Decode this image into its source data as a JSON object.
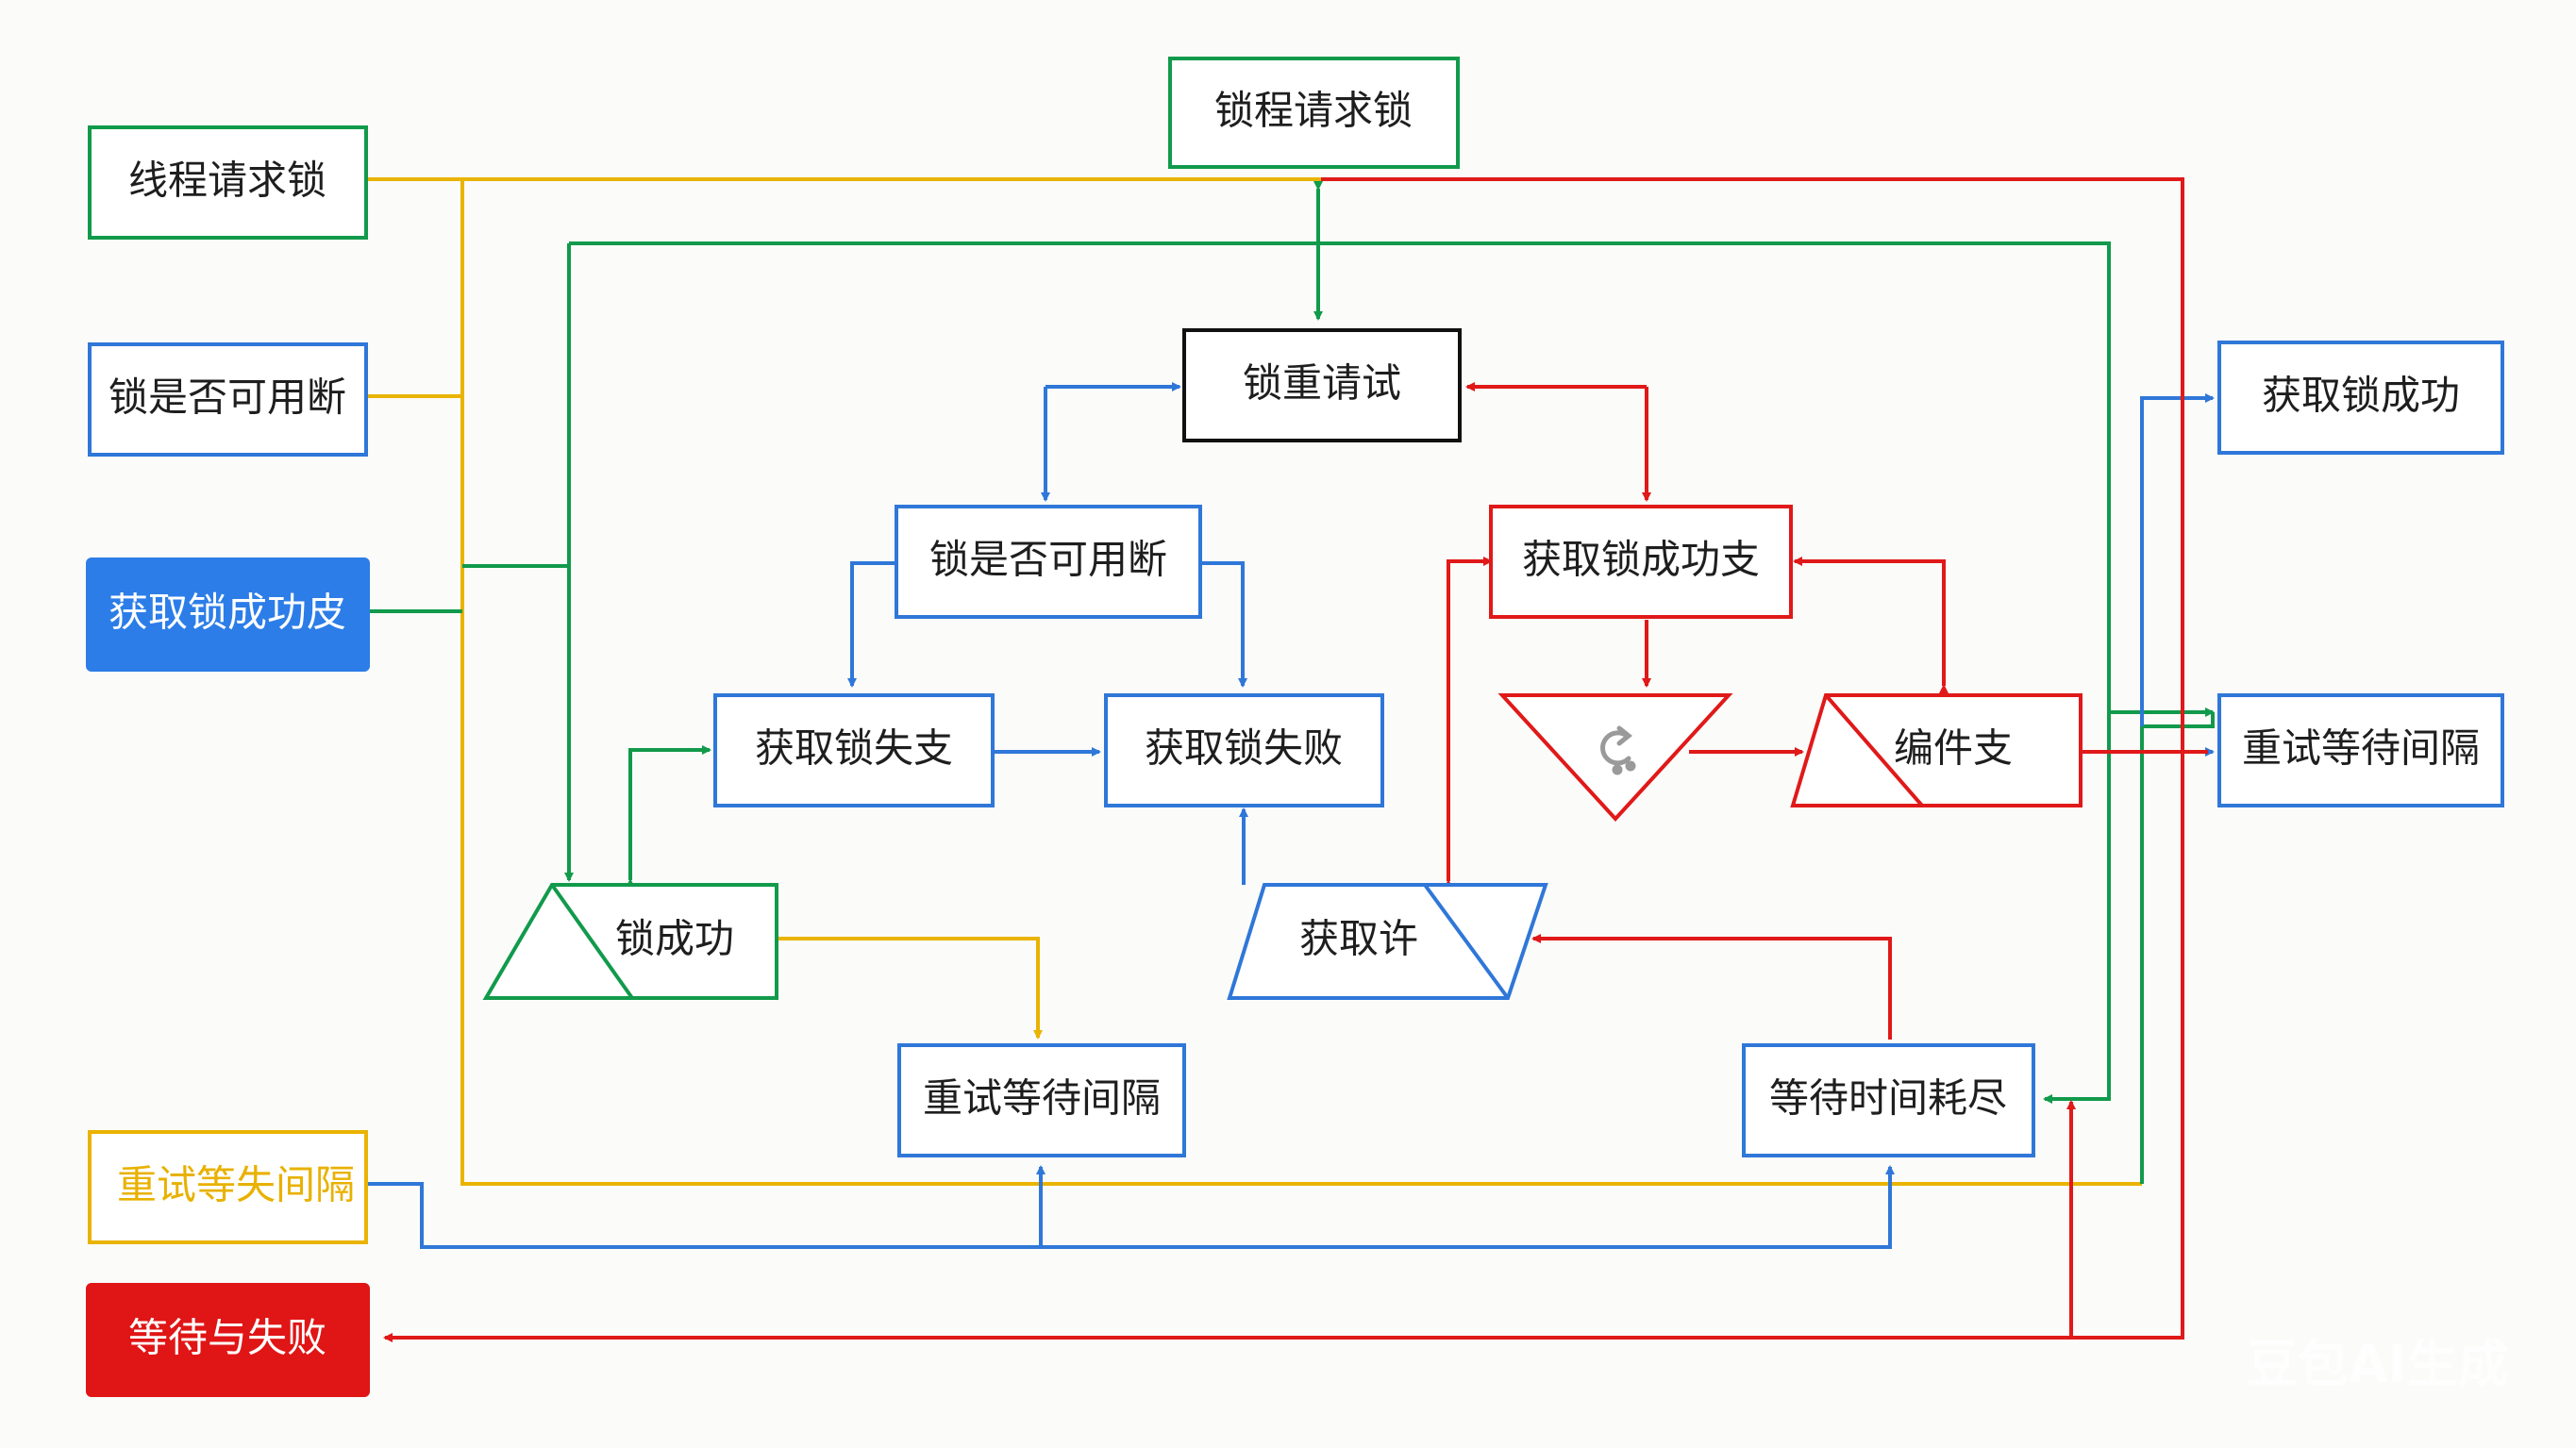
{
  "colors": {
    "green": "#119a4b",
    "blue": "#2f77d8",
    "red": "#e01919",
    "yellow": "#e9b300",
    "black": "#111111",
    "blue_fill": "#2c7de8",
    "red_fill": "#e01515"
  },
  "nodes": {
    "lock_request_top": "锁程请求锁",
    "thread_request": "线程请求锁",
    "lock_interruptible_left": "锁是否可用断",
    "acquire_success_skin": "获取锁成功皮",
    "retry_wait_fail": "重试等失间隔",
    "wait_and_fail": "等待与失败",
    "lock_retry": "锁重请试",
    "lock_available_center": "锁是否可用断",
    "acquire_success_branch": "获取锁成功支",
    "acquire_fail_branch": "获取锁失支",
    "acquire_fail": "获取锁失败",
    "condition_branch": "编件支",
    "lock_success": "锁成功",
    "acquire_permit": "获取许",
    "retry_wait_center": "重试等待间隔",
    "wait_timeout": "等待时间耗尽",
    "acquire_success_right": "获取锁成功",
    "retry_wait_right": "重试等待间隔"
  },
  "icons": {
    "retry": "refresh-icon"
  },
  "watermark": "豆包AI生成"
}
